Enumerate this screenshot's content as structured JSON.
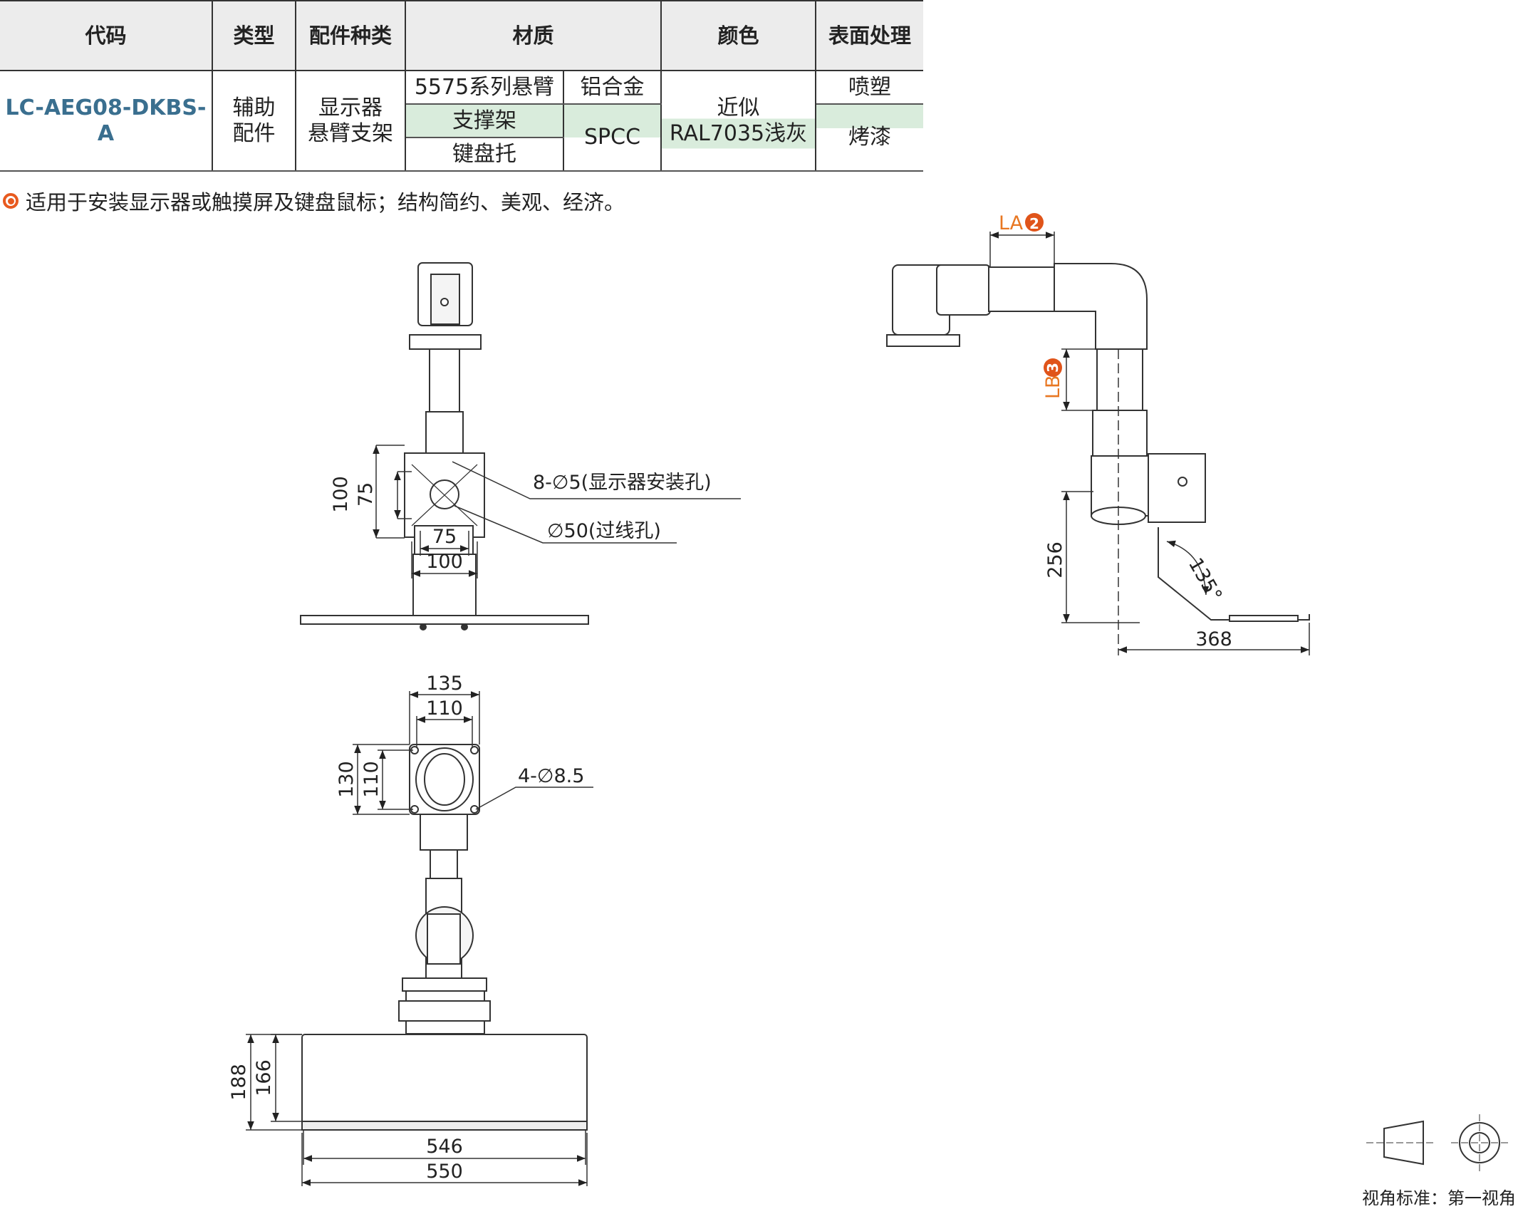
{
  "table": {
    "headers": [
      "代码",
      "类型",
      "配件种类",
      "材质",
      "颜色",
      "表面处理"
    ],
    "code": "LC-AEG08-DKBS-A",
    "type_line1": "辅助",
    "type_line2": "配件",
    "kind_line1": "显示器",
    "kind_line2": "悬臂支架",
    "parts": [
      "5575系列悬臂",
      "支撑架",
      "键盘托"
    ],
    "materials": [
      "铝合金",
      "SPCC"
    ],
    "color_line1": "近似",
    "color_line2": "RAL7035浅灰",
    "finishes": [
      "喷塑",
      "烤漆"
    ]
  },
  "note": "适用于安装显示器或触摸屏及键盘鼠标；结构简约、美观、经济。",
  "dims": {
    "front_100": "100",
    "front_75": "75",
    "front_h75": "75",
    "front_h100": "100",
    "holes_8": "8-∅5(显示器安装孔)",
    "hole_50": "∅50(过线孔)",
    "top_135": "135",
    "top_110": "110",
    "top_v130": "130",
    "top_v110": "110",
    "holes_4": "4-∅8.5",
    "tray_188": "188",
    "tray_166": "166",
    "tray_546": "546",
    "tray_550": "550",
    "side_256": "256",
    "side_368": "368",
    "side_angle": "135°",
    "la_text": "LA",
    "la_num": "2",
    "lb_text": "LB",
    "lb_num": "3"
  },
  "footer": "视角标准：第一视角",
  "colors": {
    "accent": "#e87722",
    "code": "#3a6f8f",
    "highlight": "#d9ecdc"
  }
}
